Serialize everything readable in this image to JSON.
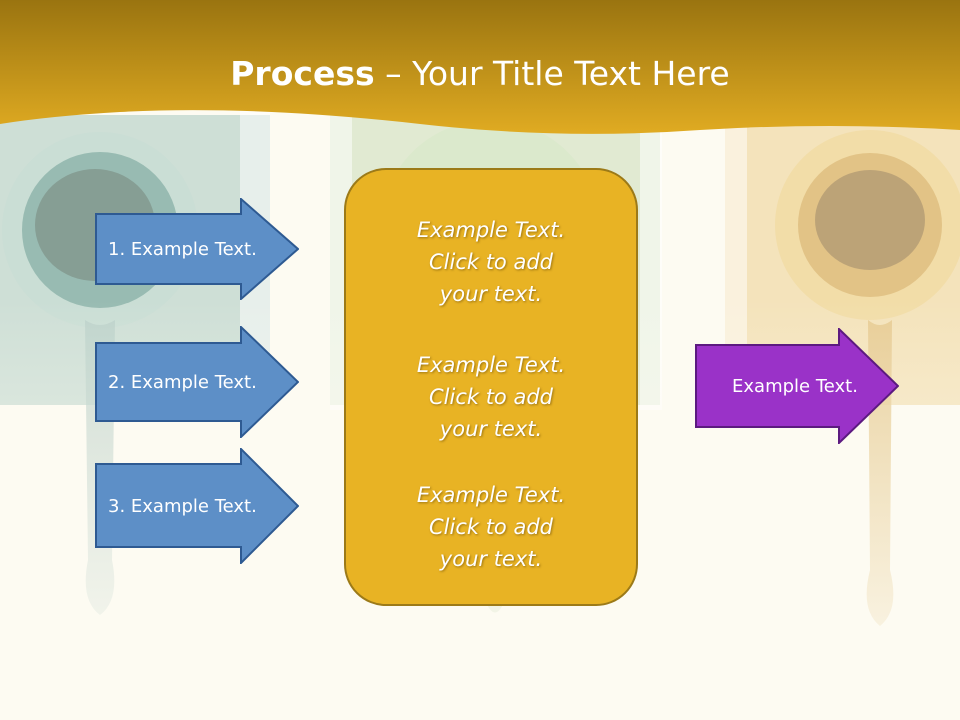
{
  "title": {
    "bold": "Process",
    "rest": " – Your Title Text Here"
  },
  "left_arrows": [
    {
      "label": "1. Example Text."
    },
    {
      "label": "2. Example Text."
    },
    {
      "label": "3. Example Text."
    }
  ],
  "center_box": {
    "blocks": [
      {
        "line1": "Example Text.",
        "line2": "Click  to add",
        "line3": "your text."
      },
      {
        "line1": "Example Text.",
        "line2": "Click  to add",
        "line3": "your text."
      },
      {
        "line1": "Example Text.",
        "line2": "Click  to add",
        "line3": "your text."
      }
    ]
  },
  "right_arrow": {
    "label": "Example Text."
  },
  "colors": {
    "header": "#d7a21a",
    "left_arrow": "#5d8fc7",
    "center_box": "#e8b324",
    "right_arrow": "#9a32c8"
  }
}
